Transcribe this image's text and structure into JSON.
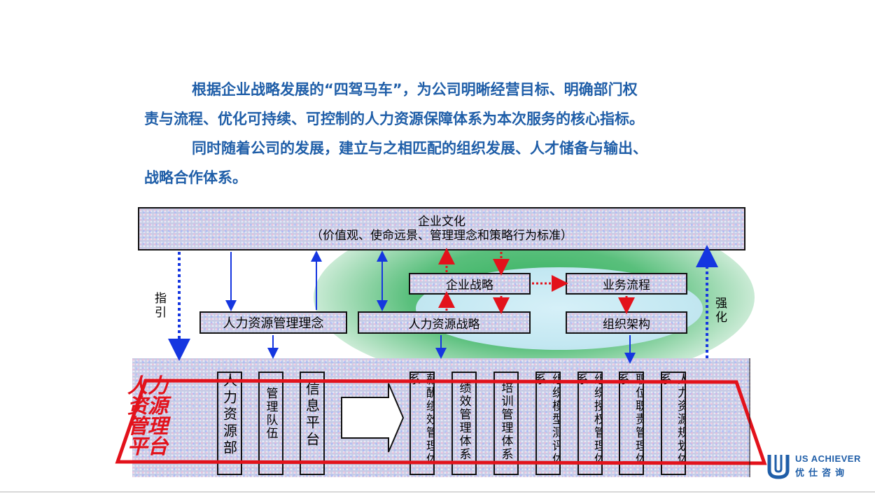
{
  "intro": {
    "p1_line1": "根据企业战略发展的“四驾马车”，为公司明晰经营目标、明确部门权",
    "p1_line2": "责与流程、优化可持续、可控制的人力资源保障体系为本次服务的核心指标。",
    "p2_line1": "同时随着公司的发展，建立与之相匹配的组织发展、人才储备与输出、",
    "p2_line2": "战略合作体系。"
  },
  "diagram": {
    "culture_title": "企业文化",
    "culture_subtitle": "（价值观、使命远景、管理理念和策略行为标准）",
    "hr_philosophy": "人力资源管理理念",
    "hr_strategy": "人力资源战略",
    "corp_strategy": "企业战略",
    "business_process": "业务流程",
    "org_structure": "组织架构",
    "label_guide": "指引",
    "label_strengthen": "强化",
    "platform_label": [
      "人力",
      "资源",
      "管理",
      "平台"
    ],
    "columns_big": [
      "人力资源部",
      "管理队伍",
      "信息平台"
    ],
    "columns_small": [
      "薪酬绩效管理体系",
      "绩效管理体系",
      "培训管理体系",
      "组织模型测评体系",
      "组织授权管理体系",
      "职位职责管理体系",
      "人力资源规划体系"
    ]
  },
  "logo": {
    "en": "US ACHIEVER",
    "cn": "优仕咨询"
  },
  "colors": {
    "text_blue": "#1f5ea8",
    "arrow_blue": "#1536e0",
    "arrow_red": "#e3121b",
    "glow_green": "#22aa50"
  }
}
